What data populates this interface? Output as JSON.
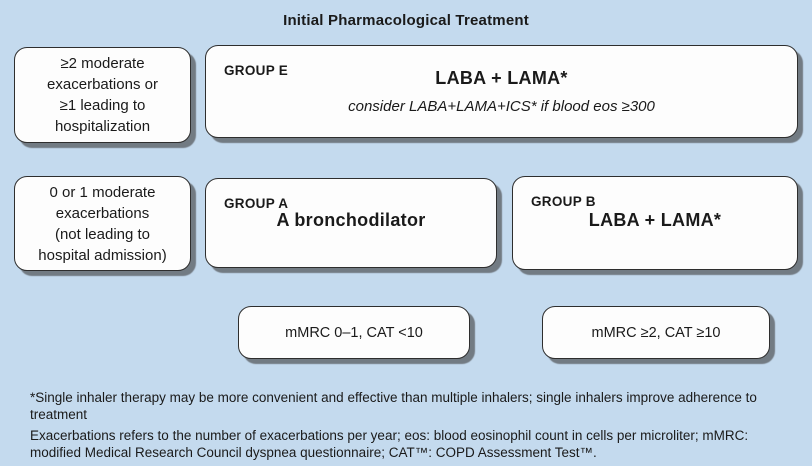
{
  "title": "Initial Pharmacological Treatment",
  "colors": {
    "background": "#c4daee",
    "box_fill": "#fdfdfd",
    "box_border": "#2e2e2e",
    "box_shadow": "#646a70",
    "text": "#1a1a1a"
  },
  "boxes": {
    "exacerbation_high": {
      "text": "≥2 moderate\nexacerbations or\n≥1 leading to\nhospitalization"
    },
    "exacerbation_low": {
      "text": "0 or 1 moderate\nexacerbations\n(not leading to\nhospital admission)"
    },
    "group_e": {
      "label": "GROUP E",
      "treatment": "LABA + LAMA*",
      "note": "consider LABA+LAMA+ICS* if blood eos ≥300"
    },
    "group_a": {
      "label": "GROUP A",
      "treatment": "A bronchodilator"
    },
    "group_b": {
      "label": "GROUP B",
      "treatment": "LABA + LAMA*"
    },
    "symptom_low": {
      "text": "mMRC 0–1, CAT <10"
    },
    "symptom_high": {
      "text": "mMRC ≥2, CAT ≥10"
    }
  },
  "footnotes": {
    "note1": "*Single inhaler therapy may be more convenient and effective than multiple inhalers; single inhalers improve adherence to treatment",
    "note2": "Exacerbations refers to the number of exacerbations per year; eos: blood eosinophil count in cells per microliter; mMRC: modified Medical Research Council dyspnea questionnaire; CAT™: COPD Assessment Test™."
  }
}
